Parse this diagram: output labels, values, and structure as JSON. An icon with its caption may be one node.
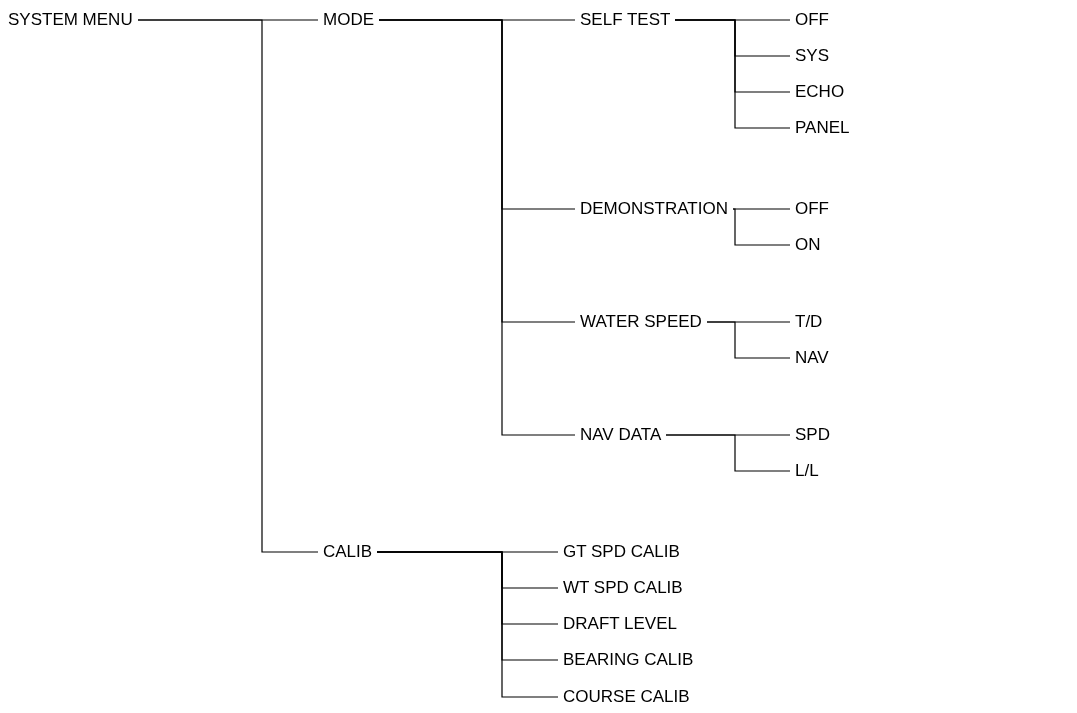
{
  "diagram": {
    "nodes": [
      {
        "text": [
          "SYSTEM MENU"
        ]
      },
      {
        "text": [
          "MODE"
        ]
      },
      {
        "text": [
          "SELF TEST"
        ]
      },
      {
        "text": [
          "OFF"
        ]
      },
      {
        "text": [
          "SYS"
        ]
      },
      {
        "text": [
          "ECHO"
        ]
      },
      {
        "text": [
          "PANEL"
        ]
      },
      {
        "text": [
          "DEMONSTRATION"
        ]
      },
      {
        "text": [
          "OFF"
        ]
      },
      {
        "text": [
          "ON"
        ]
      },
      {
        "text": [
          "WATER SPEED"
        ]
      },
      {
        "text": [
          "T/D"
        ]
      },
      {
        "text": [
          "NAV"
        ]
      },
      {
        "text": [
          "NAV DATA"
        ]
      },
      {
        "text": [
          "SPD"
        ]
      },
      {
        "text": [
          "L/L"
        ]
      },
      {
        "text": [
          "CALIB"
        ]
      },
      {
        "text": [
          "GT SPD CALIB"
        ]
      },
      {
        "text": [
          "WT SPD CALIB"
        ]
      },
      {
        "text": [
          "DRAFT LEVEL"
        ]
      },
      {
        "text": [
          "BEARING CALIB"
        ]
      },
      {
        "text": [
          "COURSE CALIB"
        ]
      }
    ],
    "edges": [
      {
        "from": 0,
        "to": 1,
        "arrow": "none"
      },
      {
        "from": 0,
        "to": 16,
        "arrow": "none"
      },
      {
        "from": 1,
        "to": 2,
        "arrow": "none"
      },
      {
        "from": 2,
        "to": 3,
        "arrow": "none"
      },
      {
        "from": 2,
        "to": 4,
        "arrow": "none"
      },
      {
        "from": 2,
        "to": 5,
        "arrow": "none"
      },
      {
        "from": 2,
        "to": 6,
        "arrow": "none"
      },
      {
        "from": 1,
        "to": 7,
        "arrow": "none"
      },
      {
        "from": 7,
        "to": 8,
        "arrow": "none"
      },
      {
        "from": 7,
        "to": 9,
        "arrow": "none"
      },
      {
        "from": 1,
        "to": 10,
        "arrow": "none"
      },
      {
        "from": 10,
        "to": 11,
        "arrow": "none"
      },
      {
        "from": 10,
        "to": 12,
        "arrow": "none"
      },
      {
        "from": 1,
        "to": 13,
        "arrow": "none"
      },
      {
        "from": 13,
        "to": 14,
        "arrow": "none"
      },
      {
        "from": 13,
        "to": 15,
        "arrow": "none"
      },
      {
        "from": 16,
        "to": 17,
        "arrow": "none"
      },
      {
        "from": 16,
        "to": 18,
        "arrow": "none"
      },
      {
        "from": 16,
        "to": 19,
        "arrow": "none"
      },
      {
        "from": 16,
        "to": 20,
        "arrow": "none"
      },
      {
        "from": 16,
        "to": 21,
        "arrow": "none"
      }
    ]
  }
}
